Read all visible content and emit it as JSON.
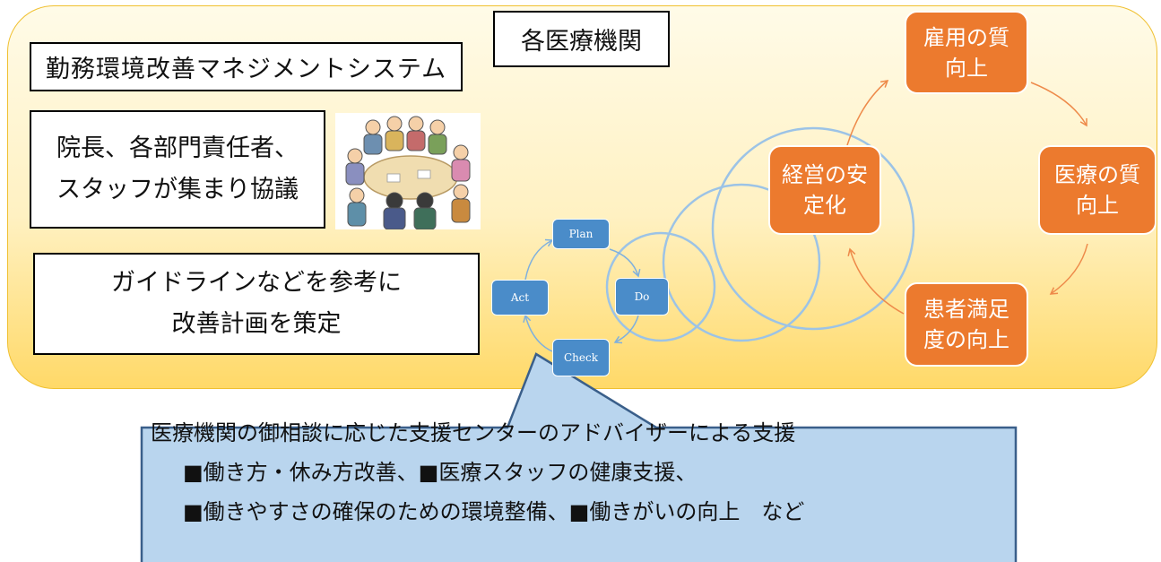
{
  "colors": {
    "panel_border": "#f0c030",
    "pdca_box": "#4a8cc9",
    "outcome_box": "#ec7a2e",
    "circle_stroke": "#9cc3e6",
    "callout_fill": "#b9d5ee",
    "callout_border": "#3a5f8a"
  },
  "title_box": {
    "text": "勤務環境改善マネジメントシステム"
  },
  "org_box": {
    "text": "各医療機関"
  },
  "staff_box": {
    "line1": "院長、各部門責任者、",
    "line2": "スタッフが集まり協議"
  },
  "guide_box": {
    "line1": "ガイドラインなどを参考に",
    "line2": "改善計画を策定"
  },
  "meeting_picture": {
    "icon": "meeting-people-illustration"
  },
  "pdca": {
    "plan": "Plan",
    "do": "Do",
    "check": "Check",
    "act": "Act"
  },
  "outcomes": {
    "stable": {
      "line1": "経営の安",
      "line2": "定化"
    },
    "employment": {
      "line1": "雇用の質",
      "line2": "向上"
    },
    "medical": {
      "line1": "医療の質",
      "line2": "向上"
    },
    "patient": {
      "line1": "患者満足",
      "line2": "度の向上"
    }
  },
  "callout": {
    "line1": "医療機関の御相談に応じた支援センターのアドバイザーによる支援",
    "line2": "■働き方・休み方改善、■医療スタッフの健康支援、",
    "line3": "■働きやすさの確保のための環境整備、■働きがいの向上　など"
  }
}
